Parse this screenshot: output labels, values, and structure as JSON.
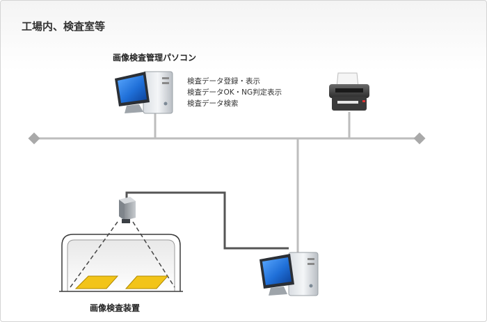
{
  "location_title": "工場内、検査室等",
  "inspection_pc": {
    "title": "画像検査管理パソコン",
    "functions": [
      "検査データ登録・表示",
      "検査データOK・NG判定表示",
      "検査データ検索"
    ]
  },
  "inspection_device_label": "画像検査装置",
  "icons": [
    "desktop-pc-icon",
    "printer-icon",
    "camera-icon",
    "pc-icon"
  ],
  "colors": {
    "network_line": "#bdbdbd",
    "camera_cable": "#555555",
    "monitor_screen": "#1f6fd8",
    "work_piece": "#f2c419"
  }
}
